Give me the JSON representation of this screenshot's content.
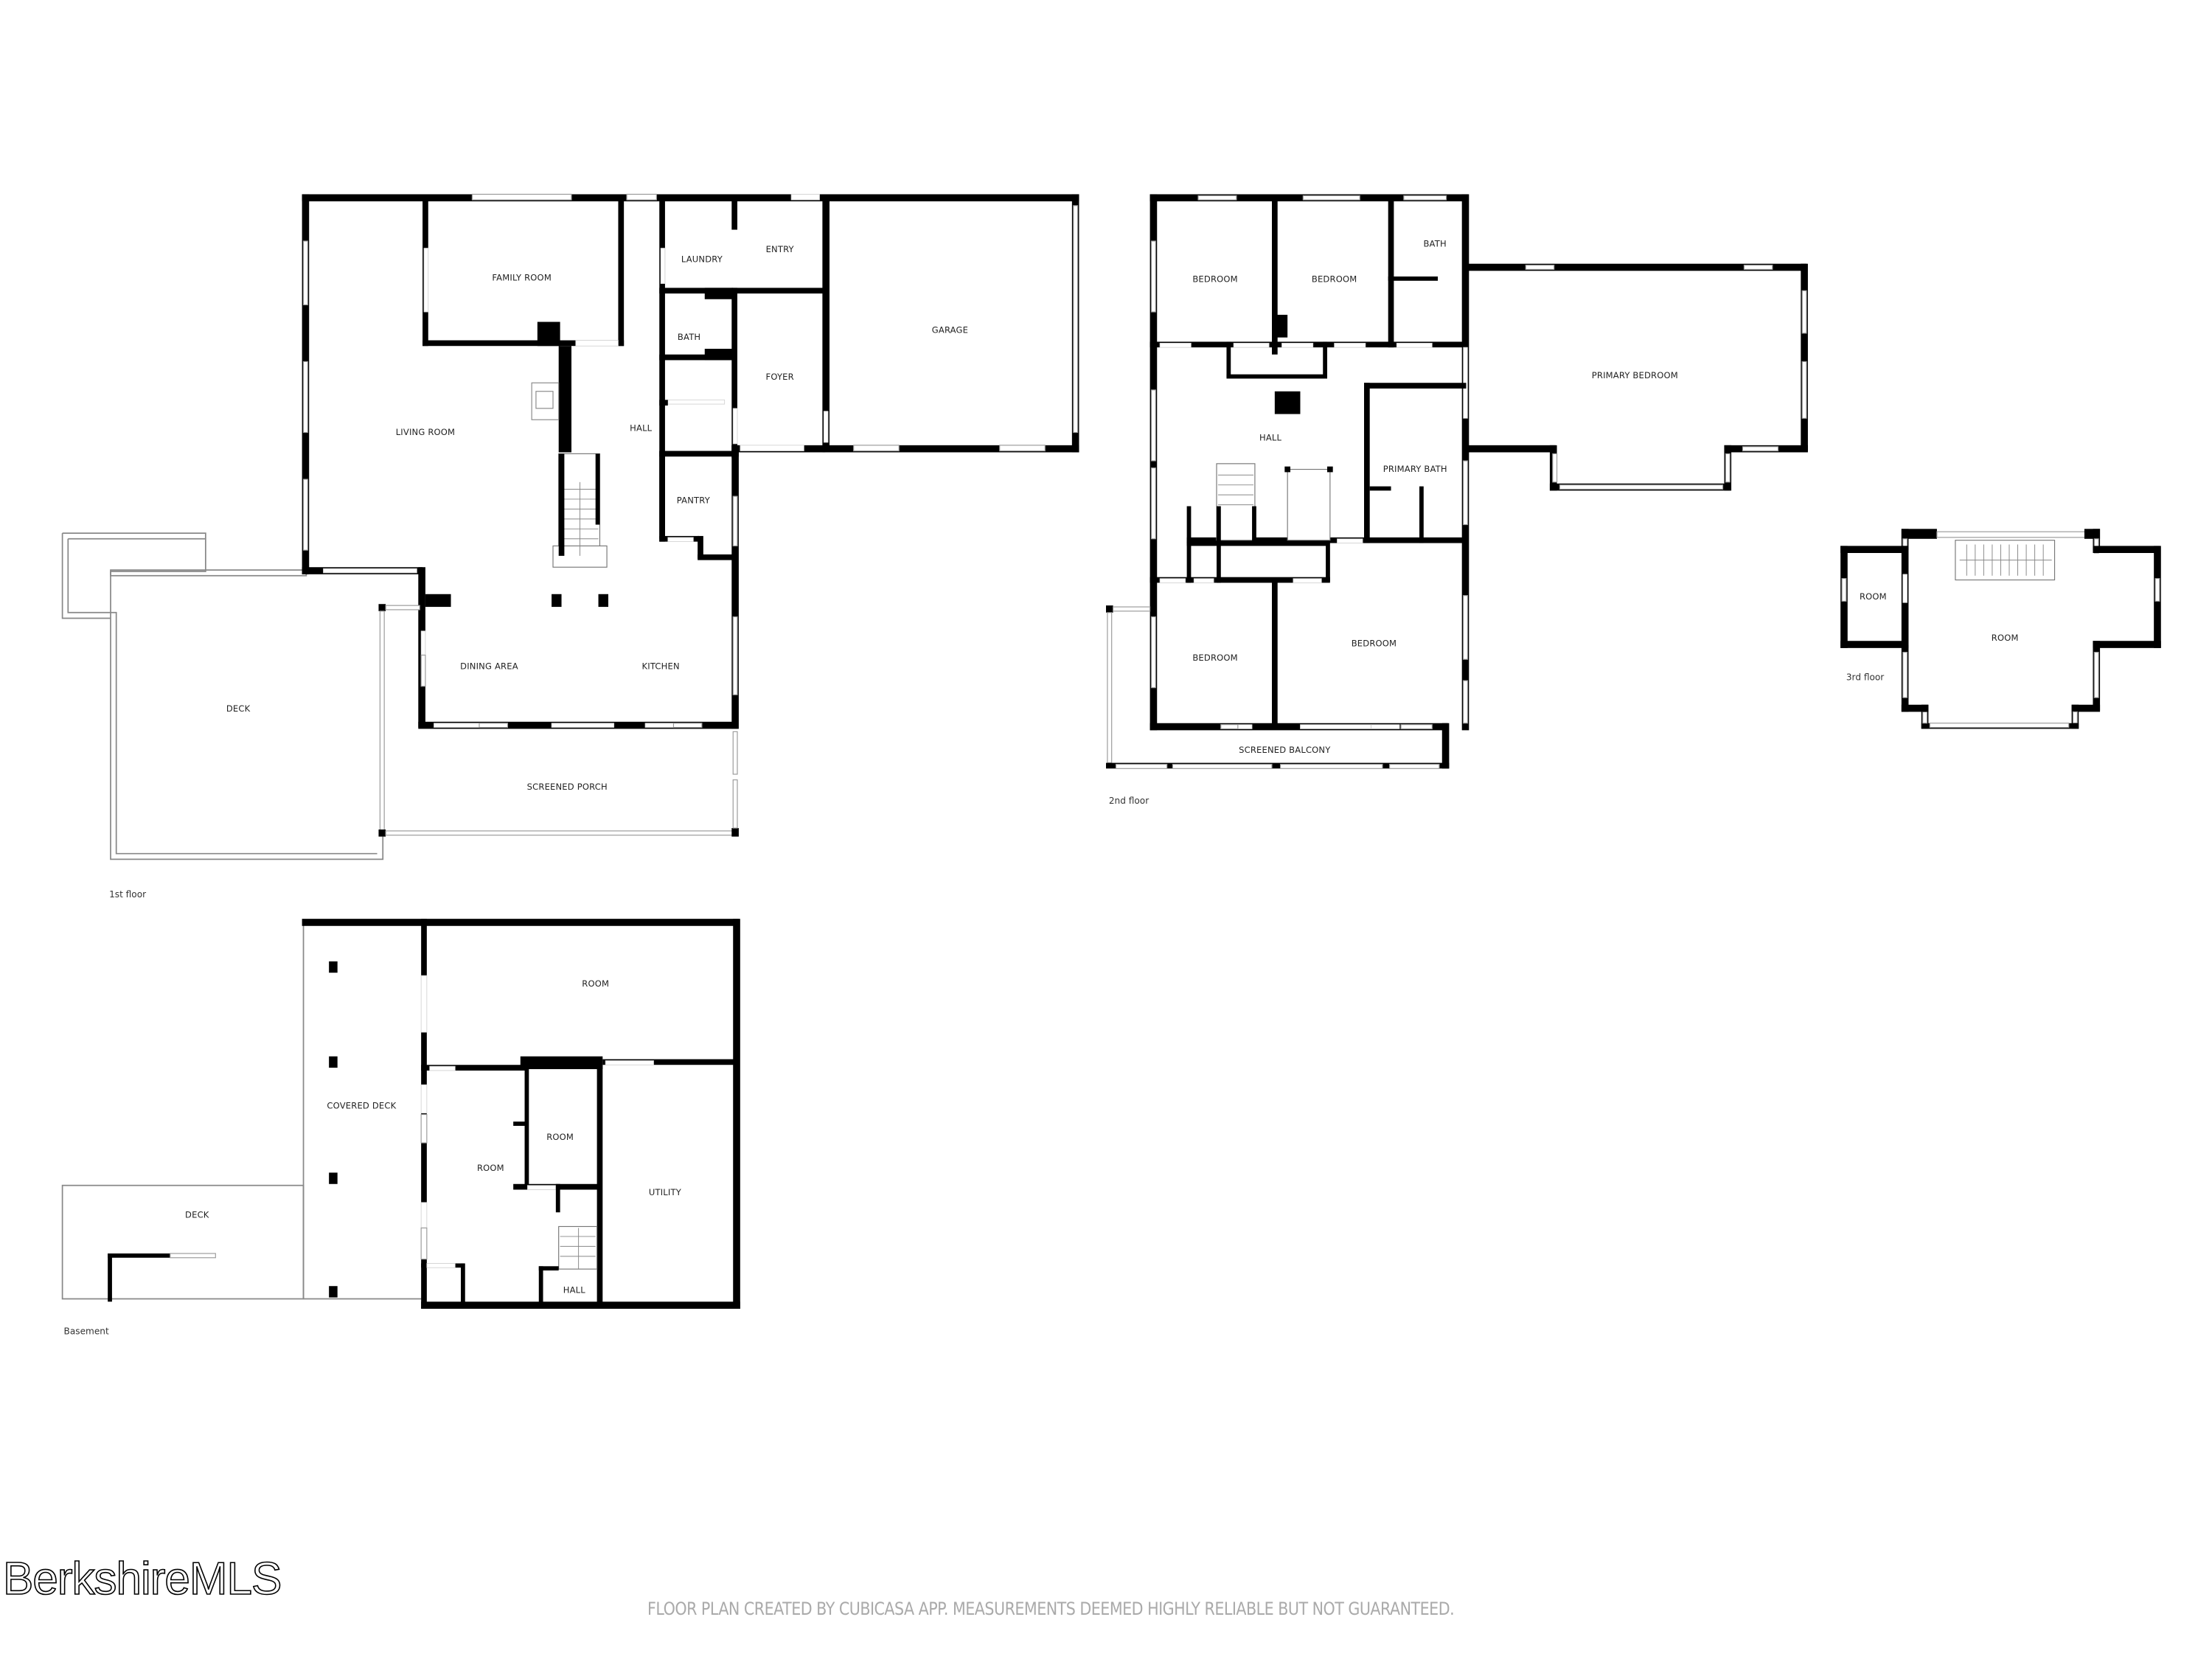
{
  "floor_plan": {
    "first_floor": {
      "label": "1st floor",
      "rooms": {
        "family_room": "FAMILY ROOM",
        "laundry": "LAUNDRY",
        "entry": "ENTRY",
        "garage": "GARAGE",
        "bath": "BATH",
        "foyer": "FOYER",
        "living_room": "LIVING ROOM",
        "hall": "HALL",
        "pantry": "PANTRY",
        "dining_area": "DINING AREA",
        "kitchen": "KITCHEN",
        "deck": "DECK",
        "screened_porch": "SCREENED PORCH"
      }
    },
    "second_floor": {
      "label": "2nd floor",
      "rooms": {
        "bedroom_1": "BEDROOM",
        "bedroom_2": "BEDROOM",
        "bath": "BATH",
        "primary_bedroom": "PRIMARY BEDROOM",
        "hall": "HALL",
        "primary_bath": "PRIMARY BATH",
        "bedroom_3": "BEDROOM",
        "bedroom_4": "BEDROOM",
        "screened_balcony": "SCREENED BALCONY"
      }
    },
    "third_floor": {
      "label": "3rd floor",
      "rooms": {
        "small_room": "ROOM",
        "main_room": "ROOM"
      }
    },
    "basement": {
      "label": "Basement",
      "rooms": {
        "room_top": "ROOM",
        "covered_deck": "COVERED DECK",
        "room_small": "ROOM",
        "room_left": "ROOM",
        "utility": "UTILITY",
        "deck": "DECK",
        "hall": "HALL"
      }
    }
  },
  "watermark": "BerkshireMLS",
  "disclaimer": "FLOOR PLAN CREATED BY CUBICASA APP. MEASUREMENTS DEEMED HIGHLY RELIABLE BUT NOT GUARANTEED."
}
